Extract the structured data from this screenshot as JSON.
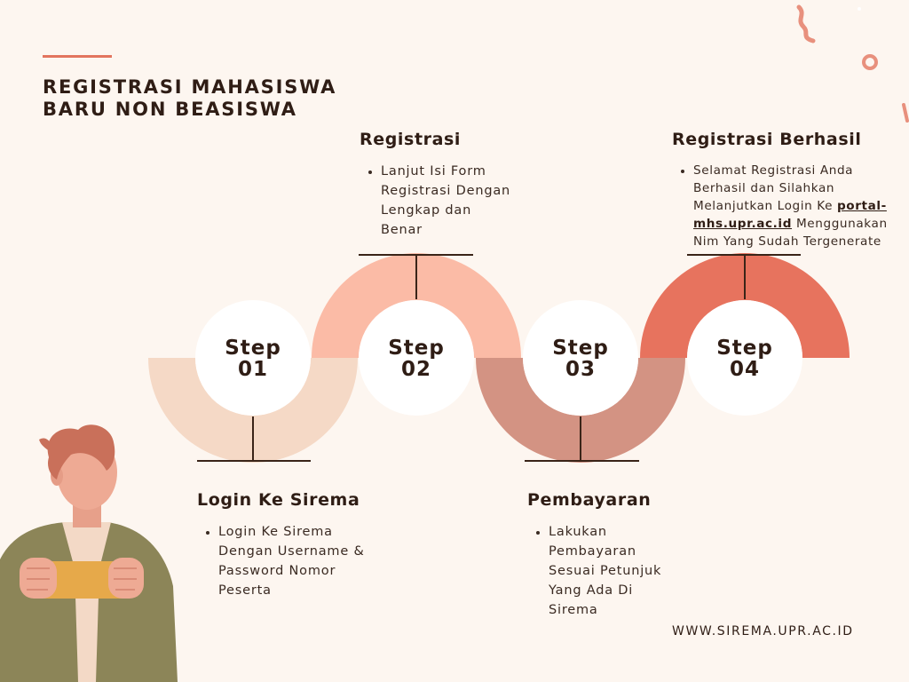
{
  "title": {
    "line1": "REGISTRASI MAHASISWA",
    "line2": "BARU NON BEASISWA"
  },
  "steps": [
    {
      "label": "Step",
      "number": "01",
      "heading": "Login Ke Sirema",
      "description": "Login Ke Sirema Dengan Username & Password Nomor Peserta"
    },
    {
      "label": "Step",
      "number": "02",
      "heading": "Registrasi",
      "description": "Lanjut Isi Form Registrasi Dengan Lengkap dan Benar"
    },
    {
      "label": "Step",
      "number": "03",
      "heading": "Pembayaran",
      "description": "Lakukan Pembayaran Sesuai Petunjuk Yang Ada Di Sirema"
    },
    {
      "label": "Step",
      "number": "04",
      "heading": "Registrasi Berhasil",
      "description_before": "Selamat Registrasi Anda Berhasil dan Silahkan Melanjutkan Login Ke ",
      "link": "portal-mhs.upr.ac.id",
      "description_after": " Menggunakan Nim Yang Sudah Tergenerate"
    }
  ],
  "website": "WWW.SIREMA.UPR.AC.ID",
  "colors": {
    "background": "#fdf6f0",
    "accent": "#e3755f",
    "arc_light": "#f5d9c6",
    "arc_peach": "#fbbba6",
    "arc_dusty": "#d39383",
    "arc_coral": "#e7735e",
    "text": "#2f1d15"
  },
  "icons": [
    "person-holding-phone-illustration",
    "squiggle-decoration",
    "ring-decoration"
  ]
}
